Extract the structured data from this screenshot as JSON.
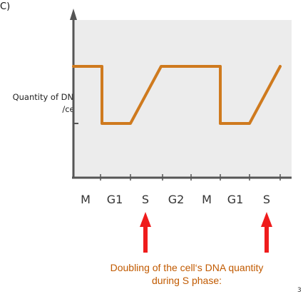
{
  "panel_label": "C)",
  "y_label_line1": "Quantity of DNA",
  "y_label_line2": "/cell",
  "phases": [
    "M",
    "G1",
    "S",
    "G2",
    "M",
    "G1",
    "S"
  ],
  "caption_line1": "Doubling of the cell‘s DNA quantity",
  "caption_line2": "during S phase:",
  "page_number": "3",
  "colors": {
    "curve": "#cf7a1e",
    "arrow": "#ef1c1c",
    "panel": "#ececec",
    "axis": "#555555",
    "caption": "#c15a00"
  },
  "arrow_targets": [
    "S",
    "S"
  ]
}
